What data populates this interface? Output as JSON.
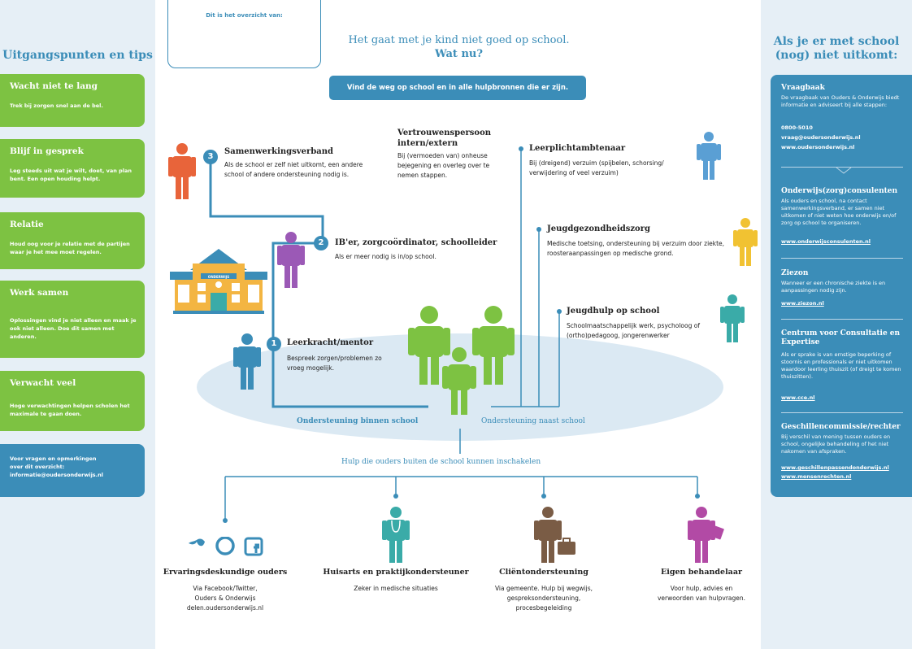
{
  "header": {
    "overview_label": "Dit is het overzicht van:",
    "title_line1": "Het gaat met je kind niet goed op school.",
    "title_line2": "Wat nu?",
    "banner": "Vind de weg op school en in alle hulpbronnen die er zijn."
  },
  "left": {
    "title": "Uitgangspunten en tips",
    "tips": [
      {
        "title": "Wacht niet te lang",
        "text": "Trek bij zorgen snel aan de bel."
      },
      {
        "title": "Blijf in gesprek",
        "text": "Leg steeds uit wat je wilt, doet, van plan bent. Een open houding helpt."
      },
      {
        "title": "Relatie",
        "text": "Houd oog voor je relatie met de partijen waar je het mee moet regelen."
      },
      {
        "title": "Werk samen",
        "text": "Oplossingen vind je niet alleen en maak je ook niet alleen. Doe dit samen met anderen."
      },
      {
        "title": "Verwacht veel",
        "text": "Hoge verwachtingen helpen scholen het maximale te gaan doen."
      }
    ],
    "contact": {
      "line1": "Voor vragen en opmerkingen",
      "line2": "over dit overzicht:",
      "line3": "informatie@oudersonderwijs.nl"
    }
  },
  "steps": {
    "s3": {
      "num": "3",
      "title": "Samenwerkingsverband",
      "text": "Als de school er zelf niet uitkomt, een andere school of andere ondersteuning nodig is."
    },
    "s2": {
      "num": "2",
      "title": "IB'er, zorgcoördinator, schoolleider",
      "text": "Als er meer nodig is in/op school."
    },
    "s1": {
      "num": "1",
      "title": "Leerkracht/mentor",
      "text": "Bespreek zorgen/problemen zo vroeg mogelijk."
    },
    "school_sign": "ONDERWIJS"
  },
  "side": {
    "vertrouwen": {
      "title_line1": "Vertrouwenspersoon",
      "title_line2": "intern/extern",
      "text": "Bij (vermoeden van) onheuse bejegening en overleg over te nemen stappen."
    },
    "leerplicht": {
      "title": "Leerplichtambtenaar",
      "text": "Bij (dreigend) verzuim (spijbelen, schorsing/ verwijdering of veel verzuim)"
    },
    "jgz": {
      "title": "Jeugdgezondheidszorg",
      "text": "Medische toetsing, ondersteuning bij verzuim door ziekte, roosteraanpassingen op medische grond."
    },
    "jeugdhulp": {
      "title": "Jeugdhulp op school",
      "text": "Schoolmaatschappelijk werk, psycholoog of (ortho)pedagoog, jongerenwerker"
    }
  },
  "ellipse": {
    "binnen": "Ondersteuning binnen school",
    "naast": "Ondersteuning naast school"
  },
  "bottom": {
    "heading": "Hulp die ouders buiten de school kunnen inschakelen",
    "items": [
      {
        "title": "Ervaringsdeskundige ouders",
        "text1": "Via Facebook/Twitter,",
        "text2": "Ouders & Onderwijs",
        "text3": "delen.oudersonderwijs.nl"
      },
      {
        "title": "Huisarts en praktijkondersteuner",
        "text1": "Zeker in medische situaties",
        "text2": "",
        "text3": ""
      },
      {
        "title": "Cliëntondersteuning",
        "text1": "Via gemeente. Hulp bij wegwijs,",
        "text2": "gespreksondersteuning,",
        "text3": "procesbegeleiding"
      },
      {
        "title": "Eigen behandelaar",
        "text1": "Voor hulp, advies en",
        "text2": "verwoorden van hulpvragen.",
        "text3": ""
      }
    ]
  },
  "right": {
    "title_line1": "Als je er met school",
    "title_line2": "(nog) niet uitkomt:",
    "vraagbaak": {
      "title": "Vraagbaak",
      "text": "De vraagbaak van Ouders & Onderwijs biedt informatie en adviseert bij alle stappen:",
      "phone": "0800-5010",
      "email": "vraag@oudersonderwijs.nl",
      "web": "www.oudersonderwijs.nl"
    },
    "consulenten": {
      "title": "Onderwijs(zorg)consulenten",
      "text": "Als ouders en school, na contact samenwerkingsverband, er samen niet uitkomen of niet weten hoe onderwijs en/of zorg op school te organiseren.",
      "link": "www.onderwijsconsulenten.nl"
    },
    "ziezon": {
      "title": "Ziezon",
      "text": "Wanneer er een chronische ziekte is en aanpassingen nodig zijn.",
      "link": "www.ziezon.nl"
    },
    "cce": {
      "title": "Centrum voor Consultatie en Expertise",
      "text": "Als er sprake is van ernstige beperking of stoornis en professionals er niet uitkomen waardoor leerling thuiszit (of dreigt te komen thuiszitten).",
      "link": "www.cce.nl"
    },
    "geschillen": {
      "title": "Geschillencommissie/rechter",
      "text": "Bij verschil van mening tussen ouders en school, ongelijke behandeling of het niet nakomen van afspraken.",
      "link1": "www.geschillenpassendonderwijs.nl",
      "link2": "www.mensenrechten.nl"
    }
  },
  "colors": {
    "green": "#7dc242",
    "blue": "#3b8db8",
    "light": "#e6eff6",
    "orange": "#e8643a",
    "purple": "#9b59b6",
    "yellow": "#f1c232",
    "teal": "#3aaba8",
    "brown": "#7a5c45",
    "pink": "#b24aa5",
    "personblue": "#5a9fd4"
  }
}
